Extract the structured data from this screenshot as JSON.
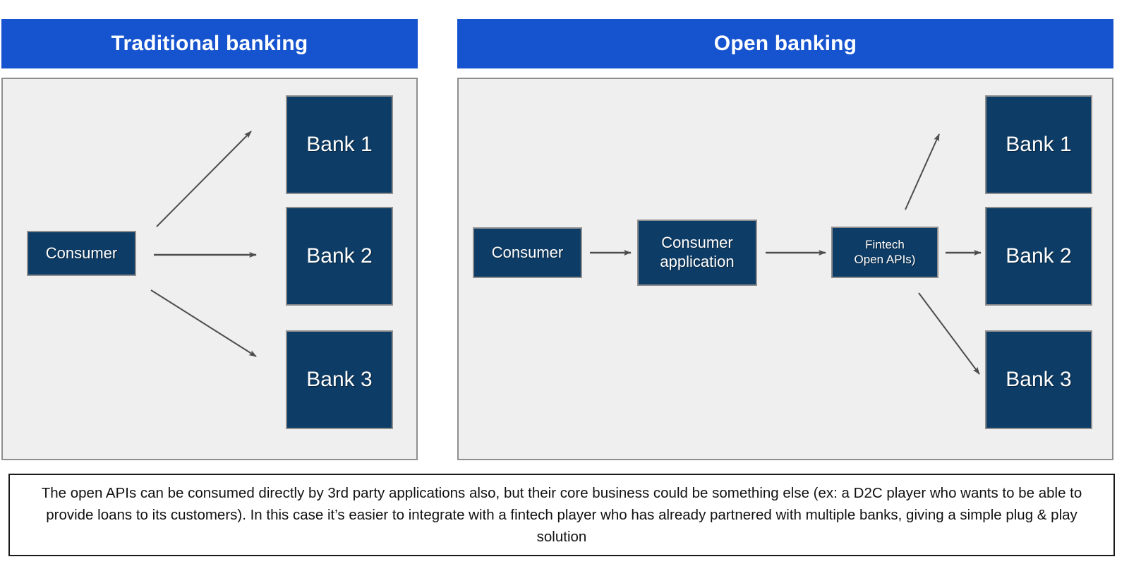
{
  "diagram": {
    "sections": [
      {
        "id": "traditional",
        "title": "Traditional banking",
        "nodes": {
          "consumer": "Consumer",
          "bank1": "Bank 1",
          "bank2": "Bank 2",
          "bank3": "Bank 3"
        }
      },
      {
        "id": "open",
        "title": "Open banking",
        "nodes": {
          "consumer": "Consumer",
          "application": "Consumer\napplication",
          "fintech": "Fintech\nOpen APIs)",
          "bank1": "Bank 1",
          "bank2": "Bank 2",
          "bank3": "Bank 3"
        }
      }
    ],
    "caption": "The open APIs can be consumed directly by 3rd party applications also, but their core business could be something else (ex: a D2C player who wants to be able to provide loans to its customers). In this case it’s easier to integrate with a fintech player who has already partnered with multiple banks, giving a simple plug & play solution",
    "colors": {
      "header_blue": "#1653ce",
      "node_navy": "#0d3c66",
      "panel_gray": "#efefef",
      "panel_border": "#8e8e8e",
      "arrow_gray": "#4d4d4d",
      "caption_border": "#1a1a1a",
      "text_white": "#ffffff"
    }
  }
}
